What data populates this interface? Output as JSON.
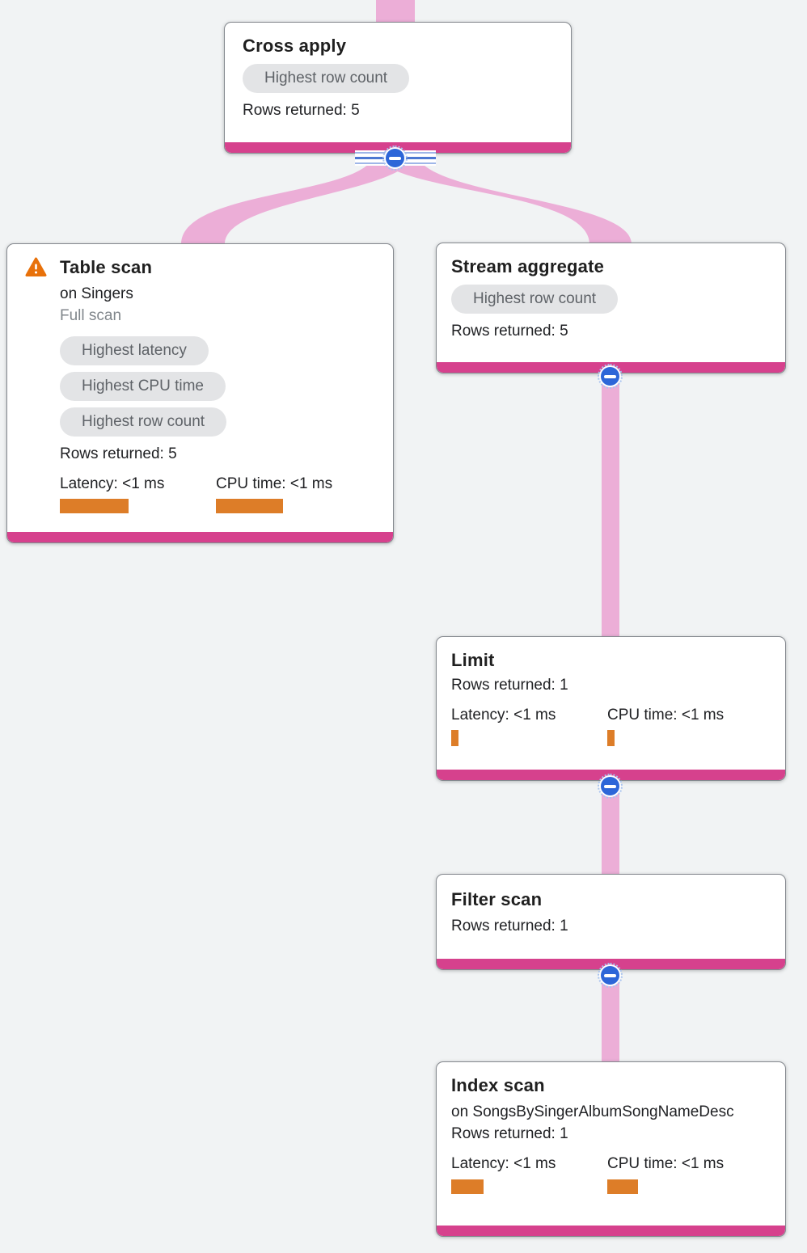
{
  "diagram": {
    "kind": "query-execution-plan-tree",
    "colors": {
      "background": "#F1F3F4",
      "node_accent_bar": "#D6418D",
      "edge_ribbon": "#ECAED7",
      "collapse_button": "#2D66D8",
      "warning": "#E8710A",
      "metric_bar": "#DD7D28",
      "badge_bg": "#E3E4E6",
      "badge_text": "#5F6368"
    },
    "nodes": {
      "cross_apply": {
        "title": "Cross apply",
        "badges": [
          "Highest row count"
        ],
        "rows_returned": "Rows returned: 5"
      },
      "table_scan": {
        "title": "Table scan",
        "subtitle": "on Singers",
        "note": "Full scan",
        "has_warning": true,
        "badges": [
          "Highest latency",
          "Highest CPU time",
          "Highest row count"
        ],
        "rows_returned": "Rows returned: 5",
        "latency_label": "Latency: <1 ms",
        "cpu_label": "CPU time: <1 ms",
        "latency_bar_style": "width:85px",
        "cpu_bar_style": "width:83px"
      },
      "stream_aggregate": {
        "title": "Stream aggregate",
        "badges": [
          "Highest row count"
        ],
        "rows_returned": "Rows returned: 5"
      },
      "limit": {
        "title": "Limit",
        "rows_returned": "Rows returned: 1",
        "latency_label": "Latency: <1 ms",
        "cpu_label": "CPU time: <1 ms",
        "latency_bar_style": "width:9px",
        "cpu_bar_style": "width:9px"
      },
      "filter_scan": {
        "title": "Filter scan",
        "rows_returned": "Rows returned: 1"
      },
      "index_scan": {
        "title": "Index scan",
        "subtitle": "on SongsBySingerAlbumSongNameDesc",
        "rows_returned": "Rows returned: 1",
        "latency_label": "Latency: <1 ms",
        "cpu_label": "CPU time: <1 ms",
        "latency_bar_style": "width:40px",
        "cpu_bar_style": "width:38px"
      }
    },
    "edges": [
      {
        "from": "offscreen-parent",
        "to": "Cross apply",
        "rows": 5
      },
      {
        "from": "Cross apply",
        "to": "Table scan",
        "rows": 5
      },
      {
        "from": "Cross apply",
        "to": "Stream aggregate",
        "rows": 5
      },
      {
        "from": "Stream aggregate",
        "to": "Limit",
        "rows": 1
      },
      {
        "from": "Limit",
        "to": "Filter scan",
        "rows": 1
      },
      {
        "from": "Filter scan",
        "to": "Index scan",
        "rows": 1
      }
    ]
  }
}
